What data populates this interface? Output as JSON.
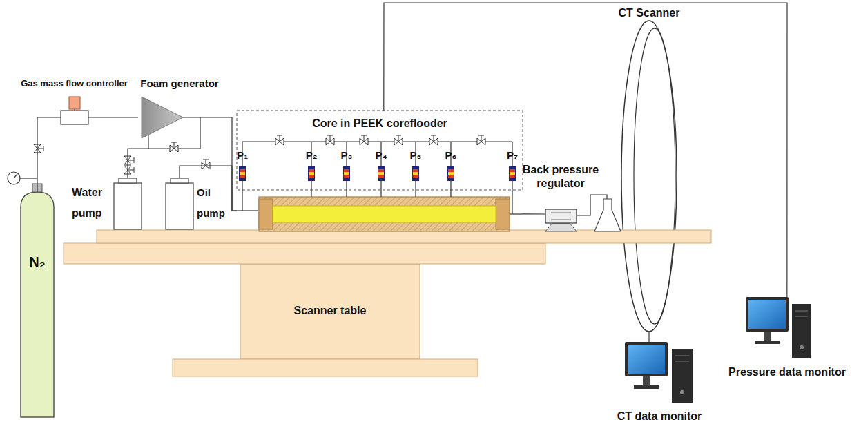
{
  "diagram": {
    "nodes": [
      {
        "text": [
          "Gas mass flow controller"
        ]
      },
      {
        "text": [
          "Foam generator"
        ]
      },
      {
        "text": [
          "N₂"
        ]
      },
      {
        "text": [
          "Water pump"
        ]
      },
      {
        "text": [
          "Oil pump"
        ]
      },
      {
        "text": [
          "Core in PEEK coreflooder"
        ]
      },
      {
        "text": [
          "Back pressure regulator"
        ]
      },
      {
        "text": [
          "CT Scanner"
        ]
      },
      {
        "text": [
          "Scanner table"
        ]
      },
      {
        "text": [
          "CT data monitor"
        ]
      },
      {
        "text": [
          "Pressure data monitor"
        ]
      }
    ],
    "edges": [
      {
        "from": 2,
        "to": 0,
        "arrow": "none"
      },
      {
        "from": 0,
        "to": 1,
        "arrow": "none"
      },
      {
        "from": 3,
        "to": 1,
        "arrow": "none"
      },
      {
        "from": 1,
        "to": 5,
        "arrow": "none"
      },
      {
        "from": 4,
        "to": 5,
        "arrow": "none"
      },
      {
        "from": 5,
        "to": 6,
        "arrow": "none"
      },
      {
        "from": 5,
        "to": 10,
        "arrow": "none"
      },
      {
        "from": 7,
        "to": 9,
        "arrow": "none"
      }
    ],
    "labels": [
      "P₁",
      "P₂",
      "P₃",
      "P₄",
      "P₅",
      "P₆",
      "P₇"
    ]
  }
}
